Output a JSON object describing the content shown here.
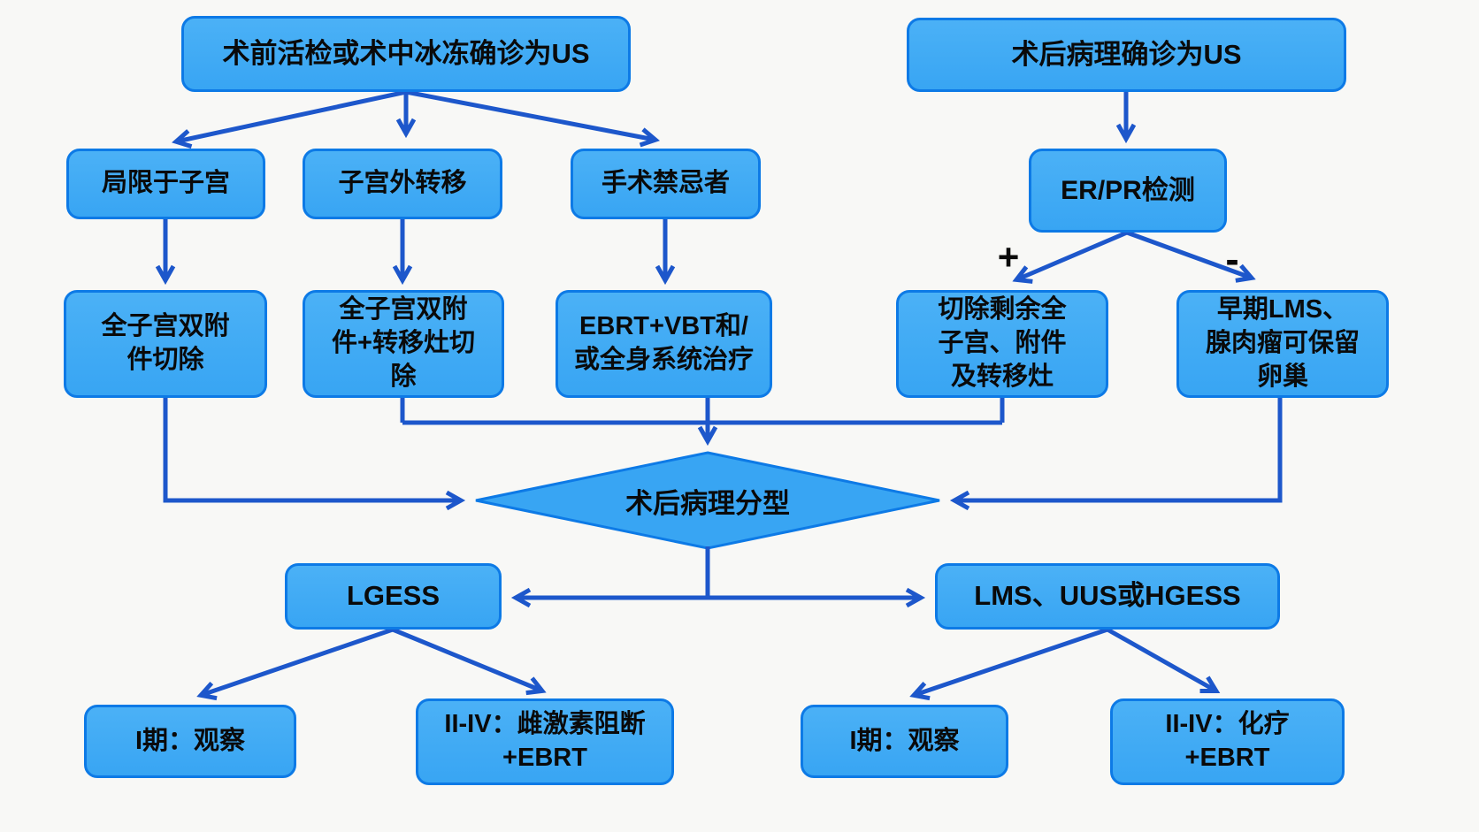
{
  "title": "US (uterine sarcoma) treatment flowchart",
  "colors": {
    "background": "#f8f8f6",
    "node_fill": "#38a5f3",
    "node_fill_top": "#4bb1f6",
    "node_border": "#0d7ae6",
    "arrow": "#1d57cb",
    "text": "#0a0a0a"
  },
  "nodes": {
    "preop_dx": {
      "label": "术前活检或术中冰冻确诊为US"
    },
    "postop_dx": {
      "label": "术后病理确诊为US"
    },
    "confined_uterus": {
      "label": "局限于子宫"
    },
    "extrauterine_mets": {
      "label": "子宫外转移"
    },
    "surgery_contraindicated": {
      "label": "手术禁忌者"
    },
    "erpr_test": {
      "label": "ER/PR检测"
    },
    "tah_bso": {
      "label": "全子宫双附件切除"
    },
    "tah_bso_mets": {
      "label": "全子宫双附件+转移灶切除"
    },
    "ebrt_vbt_systemic": {
      "label": "EBRT+VBT和/或全身系统治疗"
    },
    "resect_residual": {
      "label": "切除剩余全子宫、附件及转移灶"
    },
    "early_lms_ovary": {
      "label": "早期LMS、腺肉瘤可保留卵巢"
    },
    "postop_path_typing": {
      "label": "术后病理分型"
    },
    "lgess": {
      "label": "LGESS"
    },
    "lms_uus_hgess": {
      "label": "LMS、UUS或HGESS"
    },
    "lgess_stage1": {
      "label": "I期：观察"
    },
    "lgess_stage2_4": {
      "label": "II-IV：雌激素阻断+EBRT"
    },
    "lms_stage1": {
      "label": "I期：观察"
    },
    "lms_stage2_4": {
      "label": "II-IV：化疗+EBRT"
    }
  },
  "edge_labels": {
    "positive": "+",
    "negative": "-"
  }
}
